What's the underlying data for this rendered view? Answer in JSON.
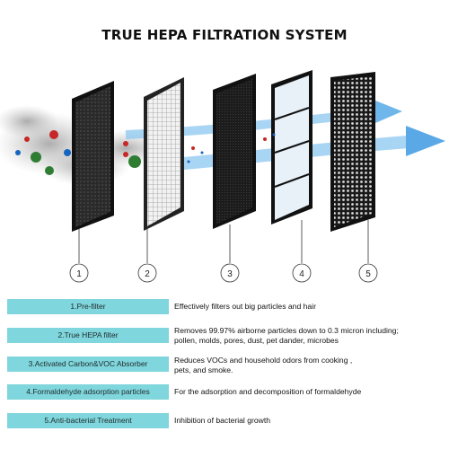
{
  "title": "TRUE HEPA FILTRATION SYSTEM",
  "icons": {
    "airflow_arrow": "arrow-icon",
    "particles": "particle-icon"
  },
  "colors": {
    "label_bg": "#7fd6dc",
    "arrow": "#5aa9e6",
    "frame": "#1a1a1a"
  },
  "filters": [
    {
      "number": "1",
      "label": "1.Pre-filter",
      "description": [
        "Effectively filters out big particles and hair"
      ]
    },
    {
      "number": "2",
      "label": "2.True HEPA filter",
      "description": [
        "Removes 99.97% airborne particles down to 0.3 micron including;",
        "pollen,    molds,    pores,   dust,   pet dander,    microbes"
      ]
    },
    {
      "number": "3",
      "label": "3.Activated Carbon&VOC Absorber",
      "description": [
        "Reduces VOCs and household odors from cooking ,",
        "pets,    and smoke."
      ]
    },
    {
      "number": "4",
      "label": "4.Formaldehyde  adsorption particles",
      "description": [
        "For the adsorption and decomposition of formaldehyde"
      ]
    },
    {
      "number": "5",
      "label": "5.Anti-bacterial Treatment",
      "description": [
        "Inhibition of bacterial growth"
      ]
    }
  ]
}
